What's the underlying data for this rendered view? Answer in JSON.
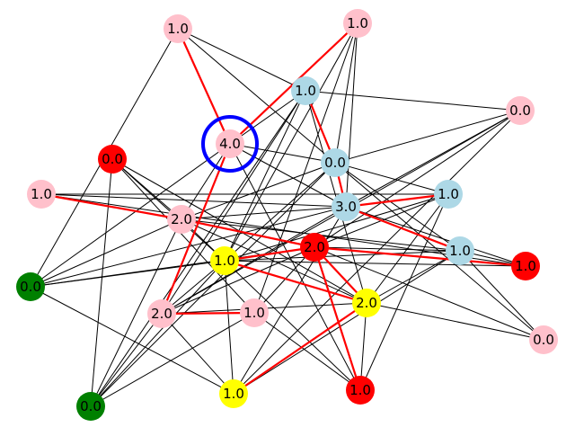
{
  "colors": {
    "pink": "#ffc0cb",
    "lightblue": "#add8e6",
    "red": "#ff0000",
    "yellow": "#ffff00",
    "green": "#008000",
    "edge": "#000000",
    "highlight_edge": "#ff0000",
    "selection_ring": "#0000ff",
    "label": "#000000"
  },
  "nodes": [
    {
      "id": 0,
      "label": "1.0",
      "color": "pink"
    },
    {
      "id": 1,
      "label": "1.0",
      "color": "pink"
    },
    {
      "id": 2,
      "label": "1.0",
      "color": "lightblue"
    },
    {
      "id": 3,
      "label": "0.0",
      "color": "pink"
    },
    {
      "id": 4,
      "label": "4.0",
      "color": "pink",
      "selected": true
    },
    {
      "id": 5,
      "label": "0.0",
      "color": "red"
    },
    {
      "id": 6,
      "label": "0.0",
      "color": "lightblue"
    },
    {
      "id": 7,
      "label": "1.0",
      "color": "pink"
    },
    {
      "id": 8,
      "label": "3.0",
      "color": "lightblue"
    },
    {
      "id": 9,
      "label": "1.0",
      "color": "lightblue"
    },
    {
      "id": 10,
      "label": "2.0",
      "color": "pink"
    },
    {
      "id": 11,
      "label": "2.0",
      "color": "red"
    },
    {
      "id": 12,
      "label": "1.0",
      "color": "lightblue"
    },
    {
      "id": 13,
      "label": "1.0",
      "color": "red"
    },
    {
      "id": 14,
      "label": "1.0",
      "color": "yellow"
    },
    {
      "id": 15,
      "label": "0.0",
      "color": "green"
    },
    {
      "id": 16,
      "label": "2.0",
      "color": "yellow"
    },
    {
      "id": 17,
      "label": "2.0",
      "color": "pink"
    },
    {
      "id": 18,
      "label": "1.0",
      "color": "pink"
    },
    {
      "id": 19,
      "label": "0.0",
      "color": "pink"
    },
    {
      "id": 20,
      "label": "0.0",
      "color": "green"
    },
    {
      "id": 21,
      "label": "1.0",
      "color": "yellow"
    },
    {
      "id": 22,
      "label": "1.0",
      "color": "red"
    }
  ],
  "edges": [
    [
      0,
      4
    ],
    [
      0,
      6
    ],
    [
      0,
      2
    ],
    [
      0,
      15
    ],
    [
      1,
      4
    ],
    [
      1,
      6
    ],
    [
      1,
      8
    ],
    [
      1,
      18
    ],
    [
      1,
      14
    ],
    [
      2,
      4
    ],
    [
      2,
      6
    ],
    [
      2,
      3
    ],
    [
      2,
      17
    ],
    [
      2,
      20
    ],
    [
      2,
      16
    ],
    [
      2,
      14
    ],
    [
      3,
      6
    ],
    [
      3,
      8
    ],
    [
      3,
      21
    ],
    [
      3,
      11
    ],
    [
      3,
      17
    ],
    [
      4,
      6
    ],
    [
      4,
      10
    ],
    [
      4,
      17
    ],
    [
      4,
      22
    ],
    [
      4,
      15
    ],
    [
      4,
      8
    ],
    [
      5,
      10
    ],
    [
      5,
      14
    ],
    [
      5,
      16
    ],
    [
      5,
      18
    ],
    [
      5,
      20
    ],
    [
      6,
      8
    ],
    [
      6,
      9
    ],
    [
      6,
      10
    ],
    [
      6,
      12
    ],
    [
      6,
      14
    ],
    [
      6,
      20
    ],
    [
      6,
      19
    ],
    [
      7,
      10
    ],
    [
      7,
      8
    ],
    [
      7,
      9
    ],
    [
      7,
      13
    ],
    [
      8,
      9
    ],
    [
      8,
      12
    ],
    [
      8,
      13
    ],
    [
      8,
      10
    ],
    [
      8,
      15
    ],
    [
      8,
      17
    ],
    [
      8,
      21
    ],
    [
      9,
      11
    ],
    [
      9,
      16
    ],
    [
      9,
      22
    ],
    [
      9,
      14
    ],
    [
      10,
      11
    ],
    [
      10,
      16
    ],
    [
      10,
      12
    ],
    [
      10,
      14
    ],
    [
      10,
      15
    ],
    [
      10,
      20
    ],
    [
      11,
      12
    ],
    [
      11,
      13
    ],
    [
      11,
      14
    ],
    [
      11,
      15
    ],
    [
      11,
      18
    ],
    [
      11,
      19
    ],
    [
      11,
      22
    ],
    [
      11,
      17
    ],
    [
      12,
      13
    ],
    [
      12,
      14
    ],
    [
      12,
      16
    ],
    [
      12,
      19
    ],
    [
      12,
      21
    ],
    [
      13,
      14
    ],
    [
      14,
      16
    ],
    [
      14,
      15
    ],
    [
      14,
      17
    ],
    [
      14,
      20
    ],
    [
      14,
      21
    ],
    [
      14,
      22
    ],
    [
      16,
      19
    ],
    [
      16,
      22
    ],
    [
      16,
      21
    ],
    [
      16,
      17
    ],
    [
      17,
      18
    ],
    [
      17,
      20
    ],
    [
      17,
      21
    ],
    [
      18,
      22
    ],
    [
      18,
      20
    ],
    [
      19,
      12
    ],
    [
      15,
      21
    ]
  ],
  "highlighted_edges": [
    [
      0,
      4
    ],
    [
      1,
      4
    ],
    [
      2,
      6
    ],
    [
      4,
      17
    ],
    [
      6,
      8
    ],
    [
      8,
      9
    ],
    [
      8,
      12
    ],
    [
      7,
      10
    ],
    [
      10,
      11
    ],
    [
      11,
      13
    ],
    [
      11,
      22
    ],
    [
      11,
      16
    ],
    [
      14,
      16
    ],
    [
      16,
      21
    ],
    [
      17,
      18
    ],
    [
      14,
      11
    ]
  ]
}
